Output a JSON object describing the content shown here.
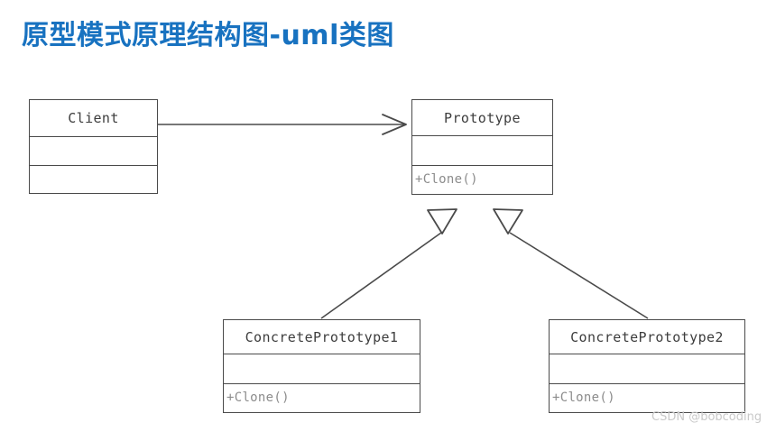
{
  "page": {
    "title": "原型模式原理结构图-uml类图",
    "title_color": "#1872c0",
    "background": "#ffffff",
    "watermark": "CSDN @bobcoding"
  },
  "diagram": {
    "type": "uml-class-diagram",
    "line_color": "#4a4a4a",
    "classes": [
      {
        "id": "client",
        "name": "Client",
        "attributes": [],
        "operations": []
      },
      {
        "id": "prototype",
        "name": "Prototype",
        "attributes": [],
        "operations": [
          "+Clone()"
        ]
      },
      {
        "id": "concrete-prototype-1",
        "name": "ConcretePrototype1",
        "attributes": [],
        "operations": [
          "+Clone()"
        ]
      },
      {
        "id": "concrete-prototype-2",
        "name": "ConcretePrototype2",
        "attributes": [],
        "operations": [
          "+Clone()"
        ]
      }
    ],
    "relations": [
      {
        "id": "client-to-prototype",
        "type": "association",
        "arrowhead": "open",
        "from": "client",
        "to": "prototype",
        "label": ""
      },
      {
        "id": "concrete1-to-prototype",
        "type": "generalization",
        "arrowhead": "hollow-triangle",
        "from": "concrete-prototype-1",
        "to": "prototype",
        "label": ""
      },
      {
        "id": "concrete2-to-prototype",
        "type": "generalization",
        "arrowhead": "hollow-triangle",
        "from": "concrete-prototype-2",
        "to": "prototype",
        "label": ""
      }
    ]
  }
}
